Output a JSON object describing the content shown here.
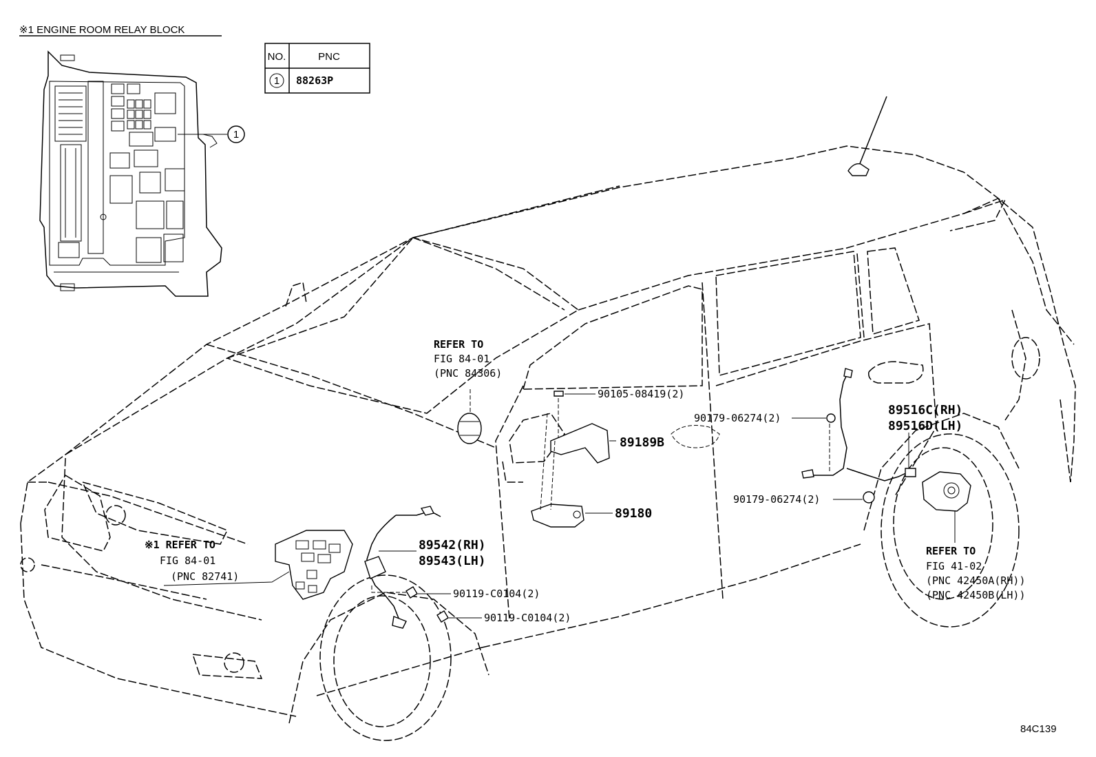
{
  "inset": {
    "title": "※1 ENGINE ROOM RELAY BLOCK",
    "callout_number": "1"
  },
  "pnc_table": {
    "header_no": "NO.",
    "header_pnc": "PNC",
    "row_no": "1",
    "row_pnc": "88263P"
  },
  "labels": {
    "refer_84306": [
      "REFER TO",
      "FIG 84-01",
      "(PNC 84306)"
    ],
    "refer_82741": [
      "※1 REFER TO",
      "FIG 84-01",
      "(PNC 82741)"
    ],
    "refer_42450": [
      "REFER TO",
      "FIG 41-02",
      "(PNC 42450A(RH))",
      "(PNC 42450B(LH))"
    ],
    "bolt_90105": "90105-08419(2)",
    "clip_90179_upper": "90179-06274(2)",
    "clip_90179_lower": "90179-06274(2)",
    "bolt_90119_upper": "90119-C0104(2)",
    "bolt_90119_lower": "90119-C0104(2)",
    "part_89189B": "89189B",
    "part_89180": "89180",
    "part_89542": "89542(RH)",
    "part_89543": "89543(LH)",
    "part_89516C": "89516C(RH)",
    "part_89516D": "89516D(LH)"
  },
  "figure_code": "84C139"
}
